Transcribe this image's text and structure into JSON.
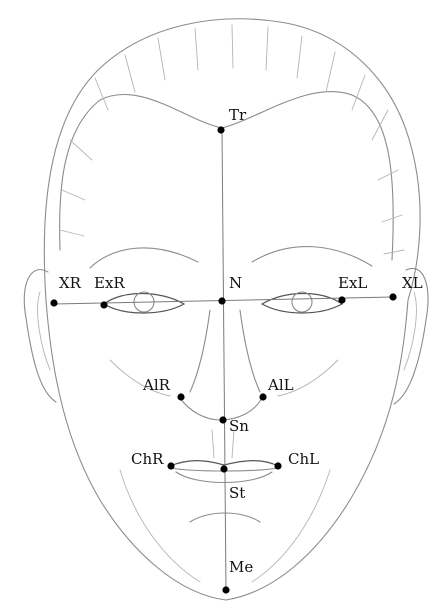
{
  "landmarks": [
    {
      "id": "tr",
      "label": "Tr"
    },
    {
      "id": "xr",
      "label": "XR"
    },
    {
      "id": "exr",
      "label": "ExR"
    },
    {
      "id": "n",
      "label": "N"
    },
    {
      "id": "exl",
      "label": "ExL"
    },
    {
      "id": "xl",
      "label": "XL"
    },
    {
      "id": "alr",
      "label": "AlR"
    },
    {
      "id": "all",
      "label": "AlL"
    },
    {
      "id": "sn",
      "label": "Sn"
    },
    {
      "id": "chr",
      "label": "ChR"
    },
    {
      "id": "chl",
      "label": "ChL"
    },
    {
      "id": "st",
      "label": "St"
    },
    {
      "id": "me",
      "label": "Me"
    }
  ],
  "colors": {
    "point": "#000000",
    "line": "#7a7a7a",
    "sketch": "#8c8c8c"
  }
}
